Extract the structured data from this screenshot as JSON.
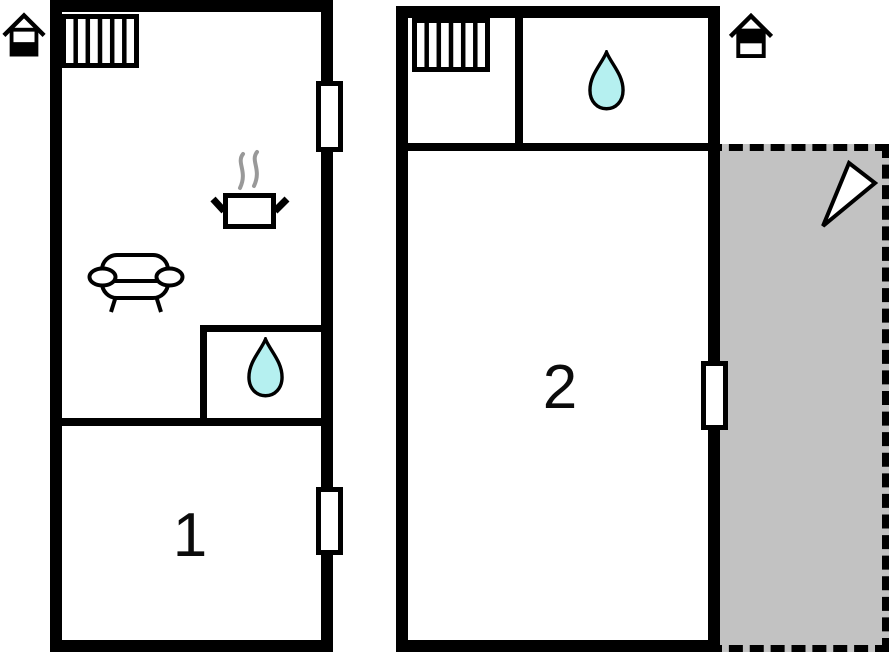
{
  "colors": {
    "paper": "#ffffff",
    "wall": "#000000",
    "terrace": "#c2c2c2",
    "drop": "#b5f0f0",
    "steam": "#999999"
  },
  "floorplan": {
    "unit1": {
      "room_label": "1",
      "icons": [
        "house-ground-floor-icon",
        "radiator-icon",
        "stove-icon",
        "sofa-icon",
        "water-drop-icon",
        "window-icon",
        "window-icon"
      ]
    },
    "unit2": {
      "room_label": "2",
      "icons": [
        "house-upper-floor-icon",
        "radiator-icon",
        "water-drop-icon",
        "window-icon",
        "north-arrow-icon"
      ],
      "terrace": "dashed-gray-area"
    }
  }
}
